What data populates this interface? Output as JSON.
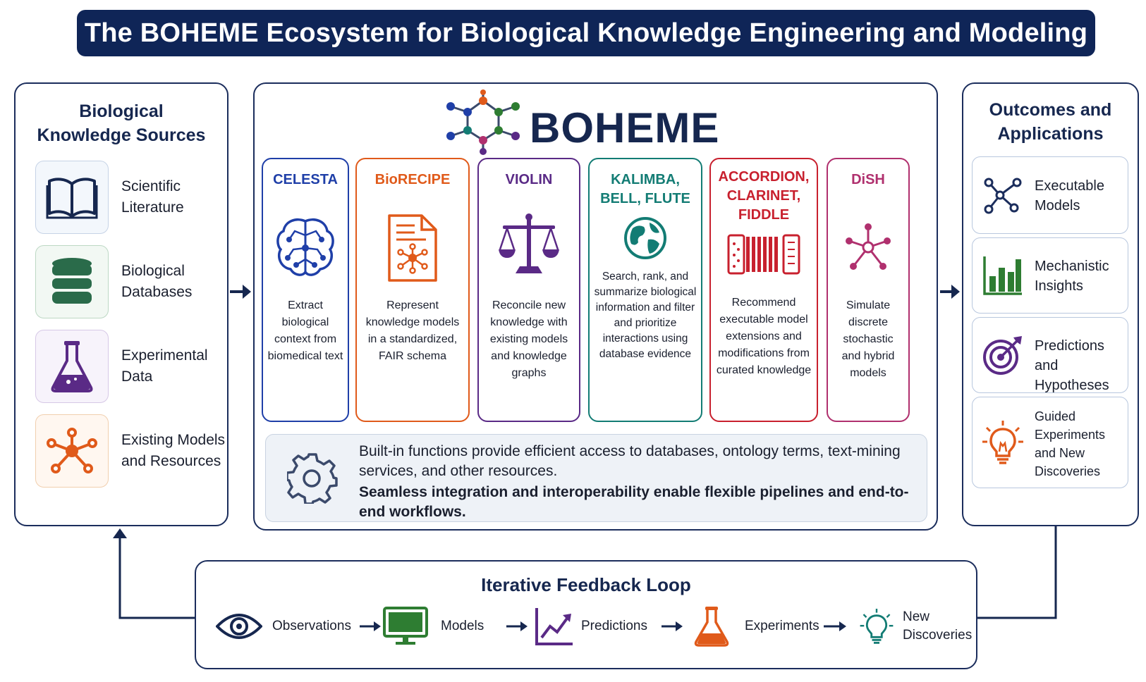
{
  "title": "The BOHEME Ecosystem for Biological Knowledge Engineering and Modeling",
  "sources": {
    "title": "Biological Knowledge Sources",
    "items": [
      {
        "label": "Scientific Literature",
        "icon": "book-icon"
      },
      {
        "label": "Biological Databases",
        "icon": "database-icon"
      },
      {
        "label": "Experimental Data",
        "icon": "flask-icon"
      },
      {
        "label": "Existing Models and Resources",
        "icon": "network-icon"
      }
    ]
  },
  "boheme": {
    "name": "BOHEME",
    "logo_icon": "molecule-network-icon",
    "tools": [
      {
        "name": "CELESTA",
        "color": "#1f3fa8",
        "icon": "brain-icon",
        "description": "Extract biological context from biomedical text"
      },
      {
        "name": "BioRECIPE",
        "color": "#e05a1a",
        "icon": "document-network-icon",
        "description": "Represent knowledge models in a standardized, FAIR schema"
      },
      {
        "name": "VIOLIN",
        "color": "#5a2a86",
        "icon": "scales-icon",
        "description": "Reconcile new knowledge with existing models and knowledge graphs"
      },
      {
        "name": "KALIMBA, BELL, FLUTE",
        "color": "#137c74",
        "icon": "globe-icon",
        "description": "Search, rank, and summarize biological information and filter and prioritize interactions using database evidence"
      },
      {
        "name": "ACCORDION, CLARINET, FIDDLE",
        "color": "#c8202e",
        "icon": "accordion-icon",
        "description": "Recommend executable model extensions and modifications from curated knowledge"
      },
      {
        "name": "DiSH",
        "color": "#b0306e",
        "icon": "hub-network-icon",
        "description": "Simulate discrete stochastic and hybrid models"
      }
    ],
    "builtin": {
      "icon": "gear-icon",
      "text": "Built-in functions provide efficient access to databases, ontology terms, text-mining services, and other resources.",
      "bold_text": "Seamless integration and interoperability enable flexible pipelines and end-to-end workflows."
    }
  },
  "outcomes": {
    "title": "Outcomes and Applications",
    "items": [
      {
        "label": "Executable Models",
        "icon": "network-graph-icon",
        "color": "#1b2d5c"
      },
      {
        "label": "Mechanistic Insights",
        "icon": "bar-chart-icon",
        "color": "#2e7d32"
      },
      {
        "label": "Predictions and Hypotheses",
        "icon": "target-icon",
        "color": "#5a2a86"
      },
      {
        "label": "Guided Experiments and New Discoveries",
        "icon": "lightbulb-icon",
        "color": "#e05a1a"
      }
    ]
  },
  "feedback_loop": {
    "title": "Iterative Feedback Loop",
    "steps": [
      {
        "label": "Observations",
        "icon": "eye-icon"
      },
      {
        "label": "Models",
        "icon": "monitor-icon"
      },
      {
        "label": "Predictions",
        "icon": "trend-chart-icon"
      },
      {
        "label": "Experiments",
        "icon": "flask-icon"
      },
      {
        "label": "New Discoveries",
        "icon": "lightbulb-icon"
      }
    ]
  }
}
